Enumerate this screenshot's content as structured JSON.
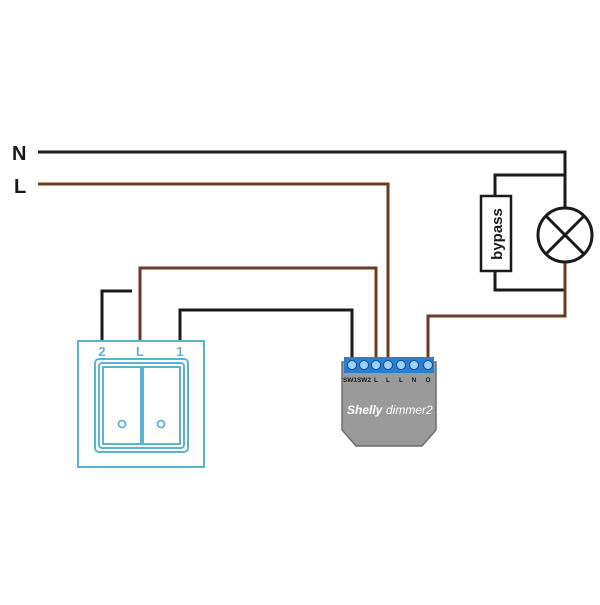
{
  "lines": {
    "neutral": "N",
    "live": "L"
  },
  "switch": {
    "terminal_2": "2",
    "terminal_l": "L",
    "terminal_1": "1"
  },
  "device": {
    "terminals": [
      "SW1",
      "SW2",
      "L",
      "L",
      "L",
      "N",
      "O"
    ],
    "brand": "Shelly",
    "model": "dimmer2"
  },
  "bypass": {
    "label": "bypass"
  },
  "colors": {
    "neutral_wire": "#1a1a1a",
    "live_wire": "#6b3b1f",
    "switch_outline": "#5ab4cf",
    "device_body": "#9a9a9a",
    "terminal_block": "#2b7fd0"
  },
  "icons": {
    "lamp": "lamp-cross-icon",
    "switch": "double-rocker-switch-icon"
  }
}
